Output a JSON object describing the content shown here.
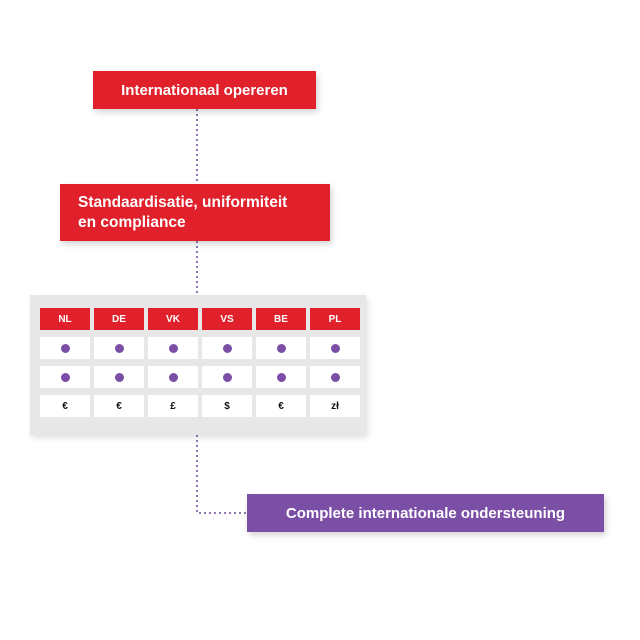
{
  "colors": {
    "red": "#e0202b",
    "purple": "#7b4fa6",
    "connector": "#6b4a9a",
    "dot": "#7b4fa6"
  },
  "boxes": {
    "top": "Internationaal opereren",
    "middle_line1": "Standaardisatie, uniformiteit",
    "middle_line2": "en compliance",
    "bottom": "Complete internationale ondersteuning"
  },
  "table": {
    "countries": [
      "NL",
      "DE",
      "VK",
      "VS",
      "BE",
      "PL"
    ],
    "dot_rows": 2,
    "currencies": [
      "€",
      "€",
      "£",
      "$",
      "€",
      "zł"
    ]
  }
}
